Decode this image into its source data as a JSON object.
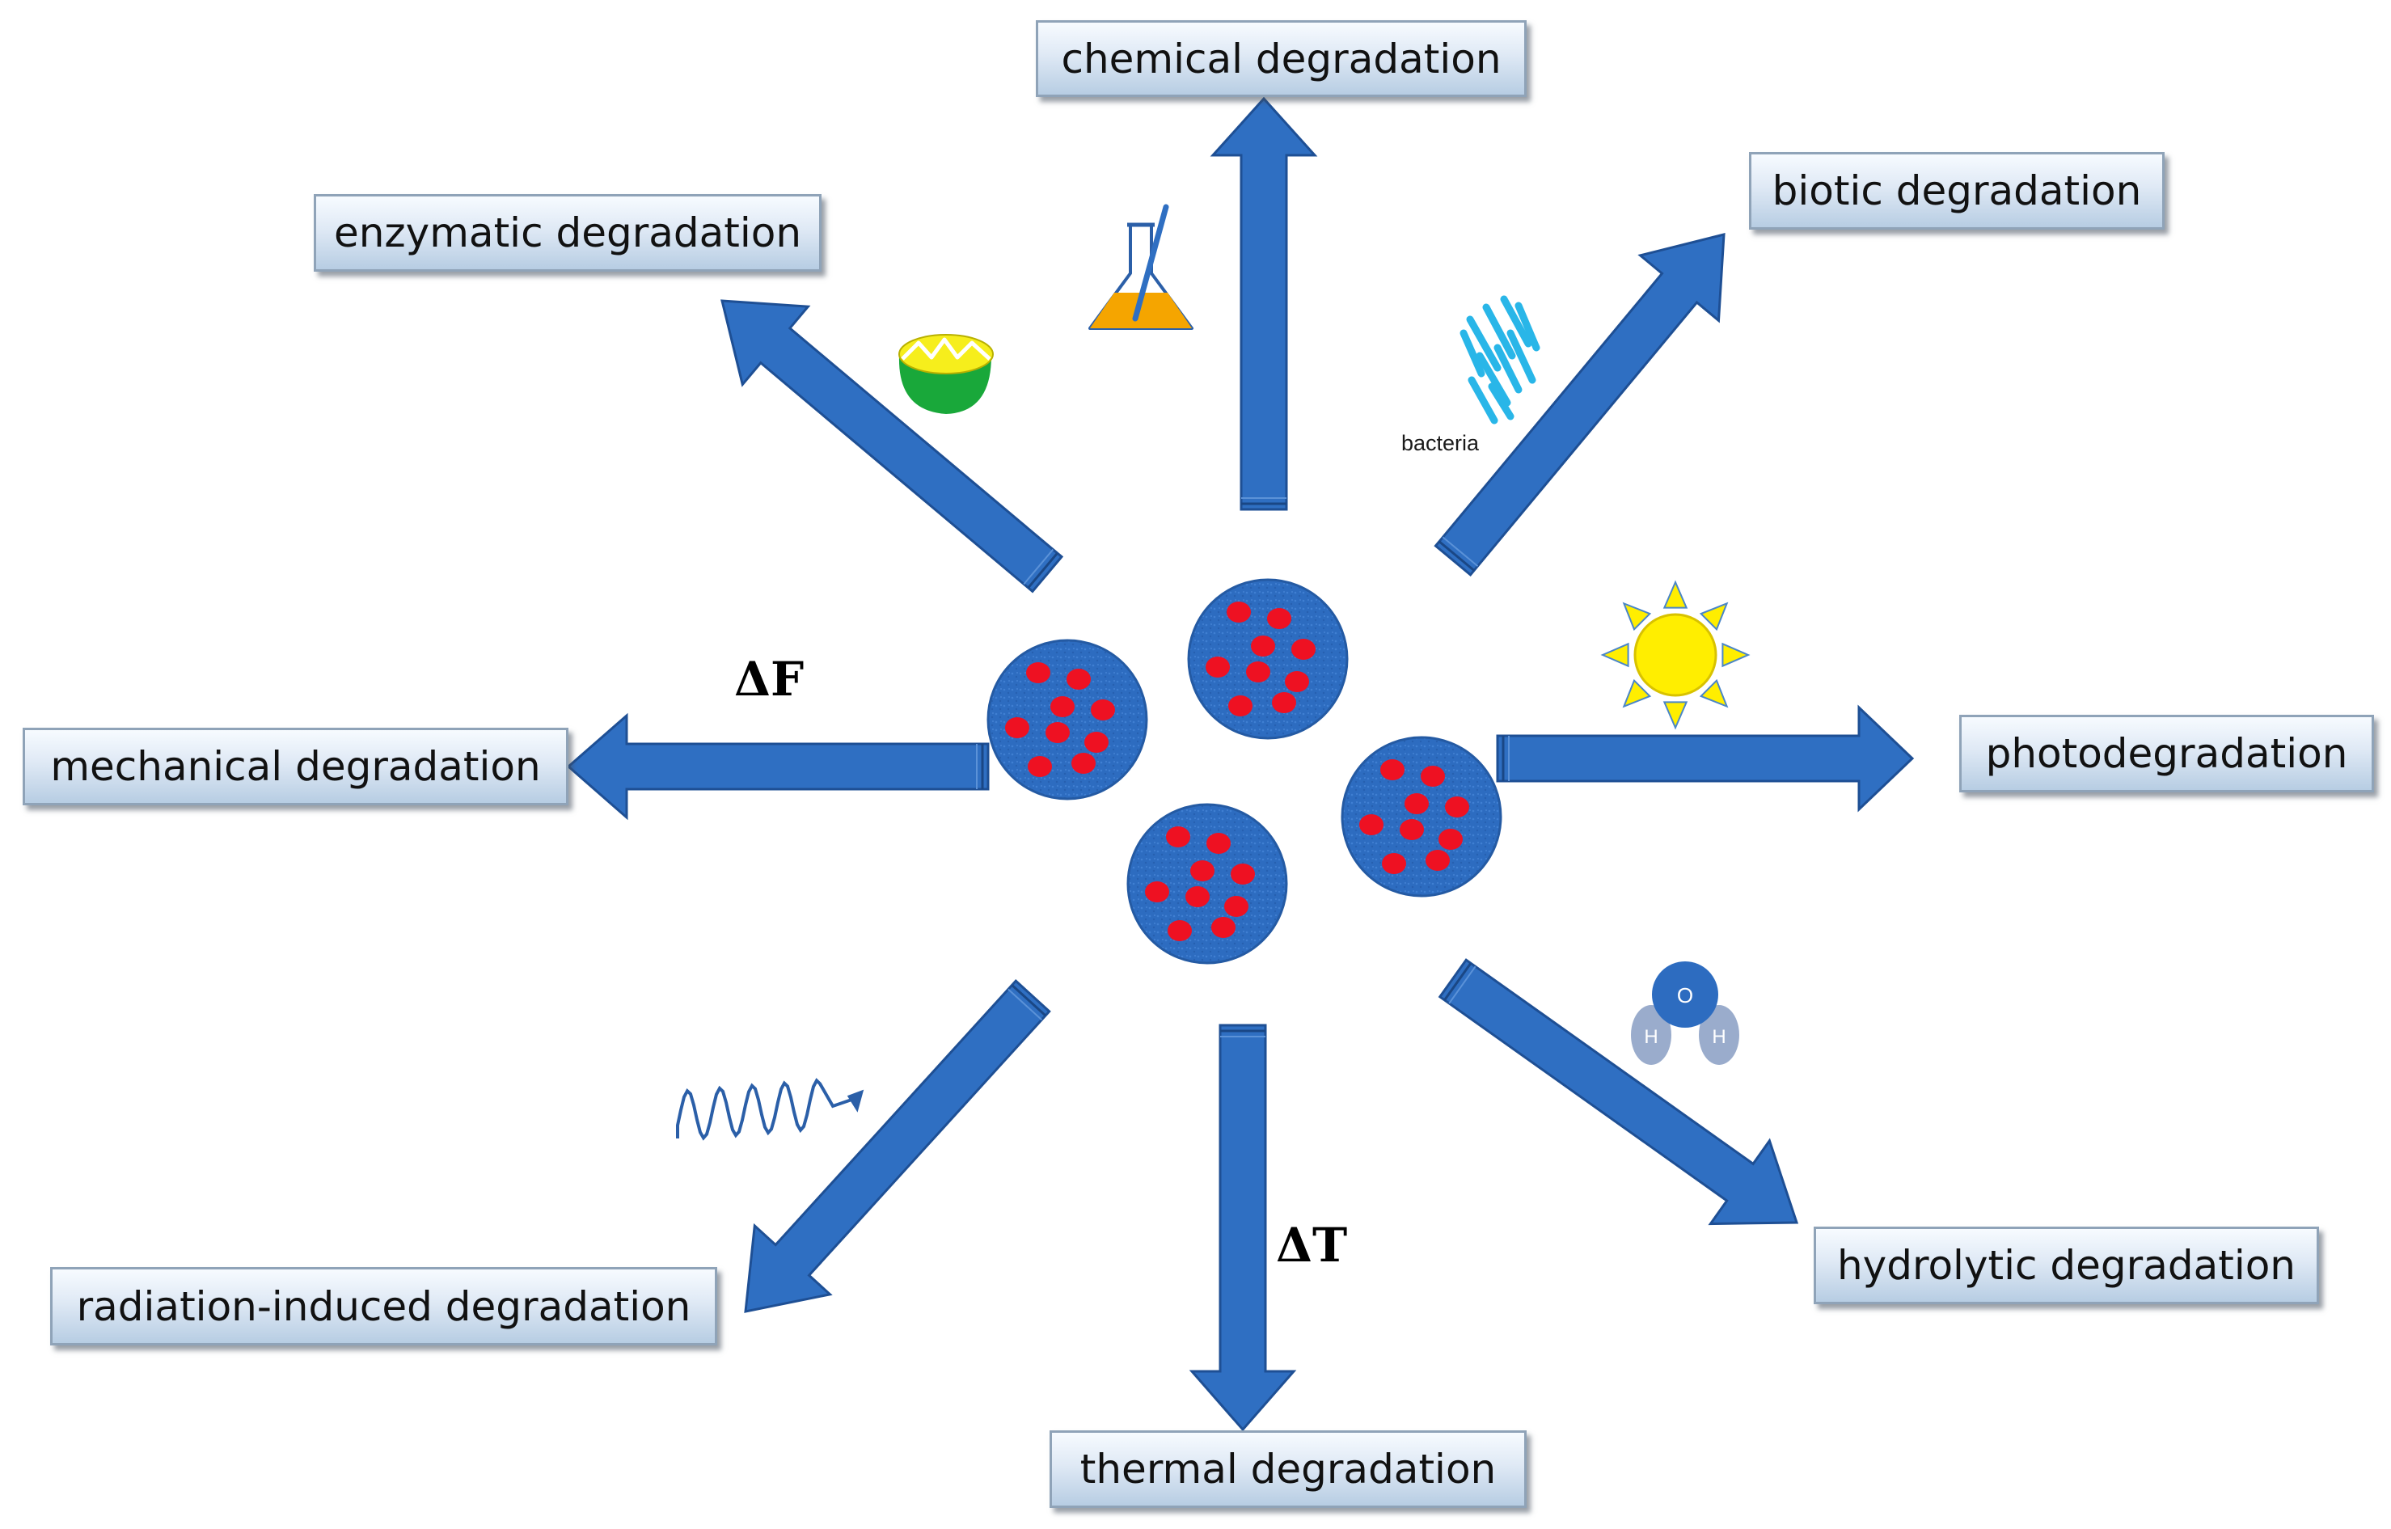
{
  "labels": {
    "chemical": "chemical degradation",
    "biotic": "biotic degradation",
    "enzymatic": "enzymatic degradation",
    "photo": "photodegradation",
    "mechanical": "mechanical degradation",
    "hydrolytic": "hydrolytic degradation",
    "radiation": "radiation-induced degradation",
    "thermal": "thermal degradation"
  },
  "symbols": {
    "force": "ΔF",
    "temperature": "ΔT"
  },
  "icon_text": {
    "bacteria": "bacteria",
    "oxygen": "O",
    "hydrogen": "H"
  },
  "icons": [
    "flask-icon",
    "enzyme-icon",
    "bacteria-icon",
    "sun-icon",
    "water-molecule-icon",
    "wave-icon"
  ],
  "colors": {
    "arrow": "#2f6fc2",
    "arrow_edge": "#1e4f94",
    "particle": "#2d6cc0",
    "particle_dots": "#ee1122",
    "label_border": "#8fa3b8",
    "sun": "#ffee00",
    "bacteria": "#29b6e8",
    "flask_liquid": "#f5a500",
    "enzyme_top": "#f6ee1c",
    "enzyme_base": "#19a83a"
  }
}
